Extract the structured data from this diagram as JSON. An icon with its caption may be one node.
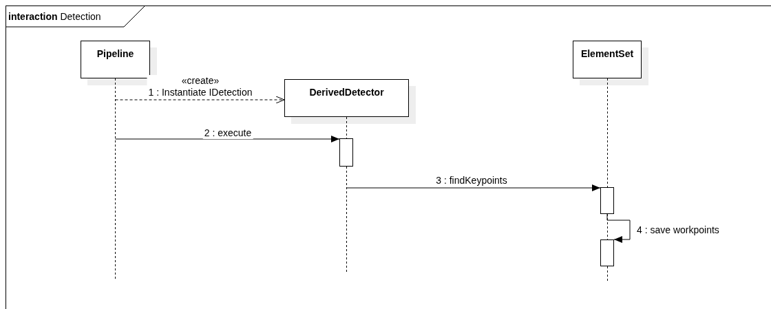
{
  "diagram": {
    "nodes": [
      {
        "text": [
          "**interaction** Detection"
        ]
      },
      {
        "text": [
          "Pipeline"
        ],
        "in": 0
      },
      {
        "text": [
          "DerivedDetector"
        ],
        "in": 0
      },
      {
        "text": [
          "ElementSet"
        ],
        "in": 0
      },
      {
        "text": [],
        "shape": "line",
        "in": 0
      },
      {
        "text": [],
        "shape": "line",
        "in": 0
      },
      {
        "text": [],
        "shape": "line",
        "in": 0
      },
      {
        "text": [],
        "shape": "bar",
        "in": 0
      },
      {
        "text": [],
        "shape": "bar",
        "in": 0
      },
      {
        "text": [],
        "shape": "bar",
        "in": 0
      }
    ],
    "edges": [
      {
        "from": 4,
        "to": 2,
        "arrow": "to",
        "style": "dashed",
        "label": "«create» 1 : Instantiate IDetection"
      },
      {
        "from": 4,
        "to": 7,
        "arrow": "to",
        "label": "2 : execute"
      },
      {
        "from": 5,
        "to": 8,
        "arrow": "to",
        "label": "3 : findKeypoints"
      },
      {
        "from": 8,
        "to": 9,
        "arrow": "to",
        "label": "4 : save workpoints"
      }
    ]
  }
}
